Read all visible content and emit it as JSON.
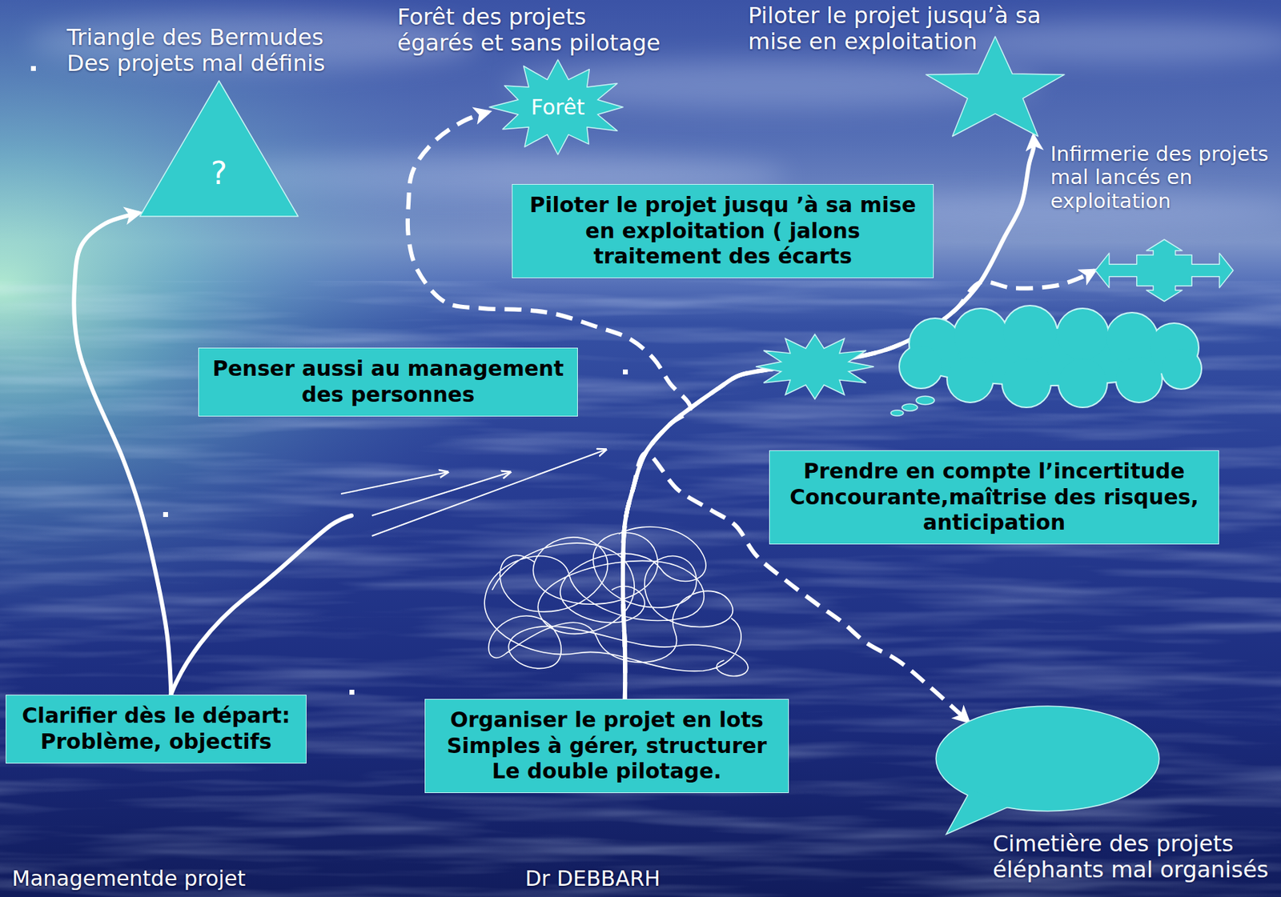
{
  "diagram": {
    "nodes": [
      {
        "text": [
          "Triangle des Bermudes Des projets mal définis",
          "?"
        ]
      },
      {
        "text": [
          "Forêt des projets égarés et sans pilotage",
          "Forêt"
        ]
      },
      {
        "text": [
          "Piloter le projet jusqu’à sa mise en exploitation"
        ]
      },
      {
        "text": [
          "Infirmerie des projets mal lancés en exploitation"
        ]
      },
      {
        "text": [
          "Piloter le projet jusqu ’à sa mise en exploitation ( jalons traitement des écarts"
        ]
      },
      {
        "text": [
          "Penser aussi au management des personnes"
        ]
      },
      {
        "text": [
          "Prendre en compte l’incertitude Concourante,maîtrise des risques, anticipation"
        ]
      },
      {
        "text": [
          "Clarifier dès le départ: Problème, objectifs"
        ]
      },
      {
        "text": [
          "Organiser le projet en lots Simples à gérer, structurer Le double pilotage."
        ]
      },
      {
        "text": [
          "Cimetière des projets éléphants mal organisés"
        ]
      }
    ],
    "edges": [
      {
        "from": 7,
        "to": 0,
        "arrow": "to"
      },
      {
        "from": 8,
        "to": 1,
        "arrow": "to"
      },
      {
        "from": 8,
        "to": 2,
        "arrow": "to"
      },
      {
        "from": 8,
        "to": 3,
        "arrow": "to"
      },
      {
        "from": 8,
        "to": 9,
        "arrow": "to"
      }
    ],
    "labels": [
      "Managementde projet",
      "Dr DEBBARH"
    ]
  }
}
